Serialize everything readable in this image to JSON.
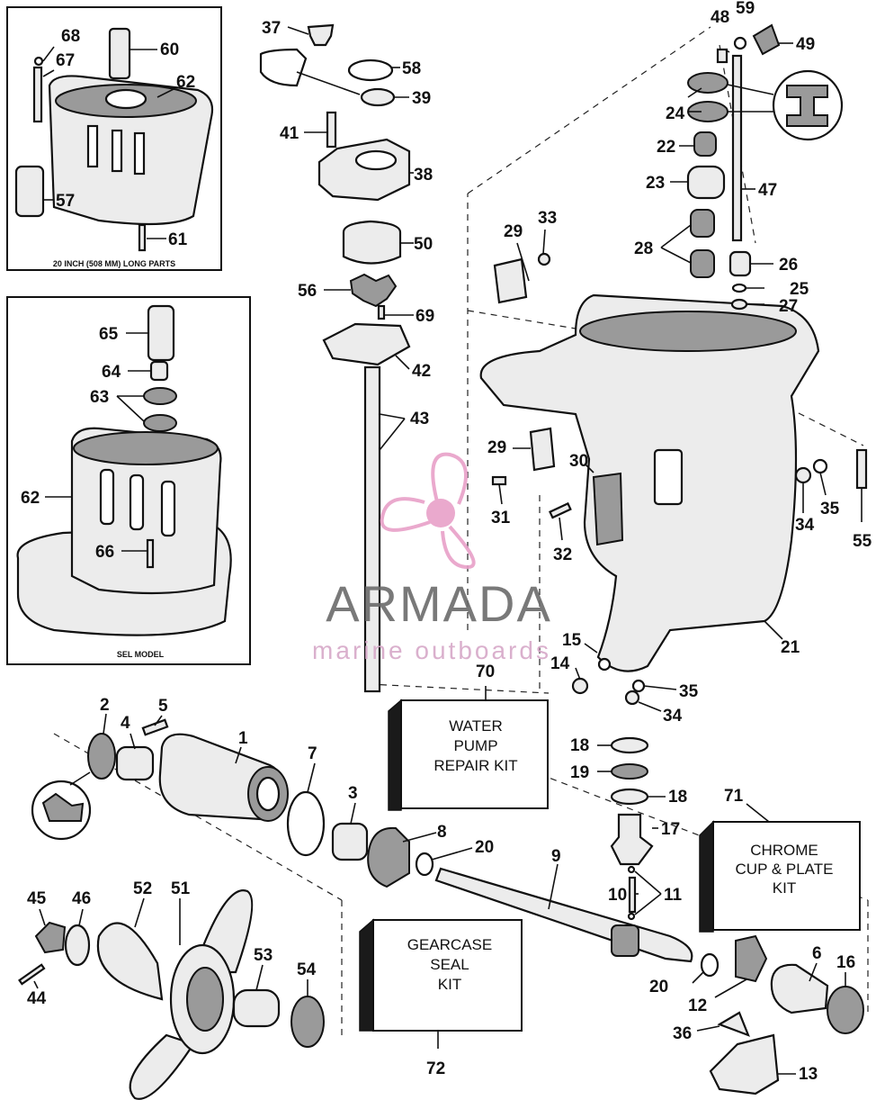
{
  "inset_captions": {
    "long_parts": "20 INCH (508 MM) LONG PARTS",
    "sel_model": "SEL MODEL"
  },
  "kits": {
    "water_pump": [
      "WATER",
      "PUMP",
      "REPAIR KIT"
    ],
    "chrome": [
      "CHROME",
      "CUP & PLATE",
      "KIT"
    ],
    "gearcase": [
      "GEARCASE",
      "SEAL",
      "KIT"
    ]
  },
  "watermark": {
    "brand": "ARMADA",
    "tagline": "marine outboards",
    "color_pink": "#e8a0c8",
    "color_gray": "#6b6b6b"
  },
  "callouts": [
    {
      "id": "c68",
      "text": "68"
    },
    {
      "id": "c67",
      "text": "67"
    },
    {
      "id": "c60",
      "text": "60"
    },
    {
      "id": "c62a",
      "text": "62"
    },
    {
      "id": "c57",
      "text": "57"
    },
    {
      "id": "c61",
      "text": "61"
    },
    {
      "id": "c65",
      "text": "65"
    },
    {
      "id": "c64",
      "text": "64"
    },
    {
      "id": "c63",
      "text": "63"
    },
    {
      "id": "c62b",
      "text": "62"
    },
    {
      "id": "c66",
      "text": "66"
    },
    {
      "id": "c37",
      "text": "37"
    },
    {
      "id": "c58",
      "text": "58"
    },
    {
      "id": "c39",
      "text": "39"
    },
    {
      "id": "c41",
      "text": "41"
    },
    {
      "id": "c38",
      "text": "38"
    },
    {
      "id": "c50",
      "text": "50"
    },
    {
      "id": "c56",
      "text": "56"
    },
    {
      "id": "c69",
      "text": "69"
    },
    {
      "id": "c42",
      "text": "42"
    },
    {
      "id": "c43",
      "text": "43"
    },
    {
      "id": "c48",
      "text": "48"
    },
    {
      "id": "c59",
      "text": "59"
    },
    {
      "id": "c49",
      "text": "49"
    },
    {
      "id": "c24",
      "text": "24"
    },
    {
      "id": "c22",
      "text": "22"
    },
    {
      "id": "c23",
      "text": "23"
    },
    {
      "id": "c47",
      "text": "47"
    },
    {
      "id": "c29a",
      "text": "29"
    },
    {
      "id": "c33",
      "text": "33"
    },
    {
      "id": "c28",
      "text": "28"
    },
    {
      "id": "c26",
      "text": "26"
    },
    {
      "id": "c25",
      "text": "25"
    },
    {
      "id": "c27",
      "text": "27"
    },
    {
      "id": "c29b",
      "text": "29"
    },
    {
      "id": "c30",
      "text": "30"
    },
    {
      "id": "c31",
      "text": "31"
    },
    {
      "id": "c32",
      "text": "32"
    },
    {
      "id": "c34a",
      "text": "34"
    },
    {
      "id": "c35a",
      "text": "35"
    },
    {
      "id": "c55",
      "text": "55"
    },
    {
      "id": "c21",
      "text": "21"
    },
    {
      "id": "c15",
      "text": "15"
    },
    {
      "id": "c14",
      "text": "14"
    },
    {
      "id": "c35b",
      "text": "35"
    },
    {
      "id": "c34b",
      "text": "34"
    },
    {
      "id": "c70",
      "text": "70"
    },
    {
      "id": "c2",
      "text": "2"
    },
    {
      "id": "c4",
      "text": "4"
    },
    {
      "id": "c5",
      "text": "5"
    },
    {
      "id": "c1",
      "text": "1"
    },
    {
      "id": "c7",
      "text": "7"
    },
    {
      "id": "c3",
      "text": "3"
    },
    {
      "id": "c8",
      "text": "8"
    },
    {
      "id": "c20a",
      "text": "20"
    },
    {
      "id": "c9",
      "text": "9"
    },
    {
      "id": "c18a",
      "text": "18"
    },
    {
      "id": "c19",
      "text": "19"
    },
    {
      "id": "c18b",
      "text": "18"
    },
    {
      "id": "c17",
      "text": "17"
    },
    {
      "id": "c71",
      "text": "71"
    },
    {
      "id": "c10",
      "text": "10"
    },
    {
      "id": "c11",
      "text": "11"
    },
    {
      "id": "c45",
      "text": "45"
    },
    {
      "id": "c46",
      "text": "46"
    },
    {
      "id": "c52",
      "text": "52"
    },
    {
      "id": "c51",
      "text": "51"
    },
    {
      "id": "c53",
      "text": "53"
    },
    {
      "id": "c54",
      "text": "54"
    },
    {
      "id": "c44",
      "text": "44"
    },
    {
      "id": "c20b",
      "text": "20"
    },
    {
      "id": "c6",
      "text": "6"
    },
    {
      "id": "c16",
      "text": "16"
    },
    {
      "id": "c12",
      "text": "12"
    },
    {
      "id": "c36",
      "text": "36"
    },
    {
      "id": "c13",
      "text": "13"
    },
    {
      "id": "c72",
      "text": "72"
    }
  ]
}
